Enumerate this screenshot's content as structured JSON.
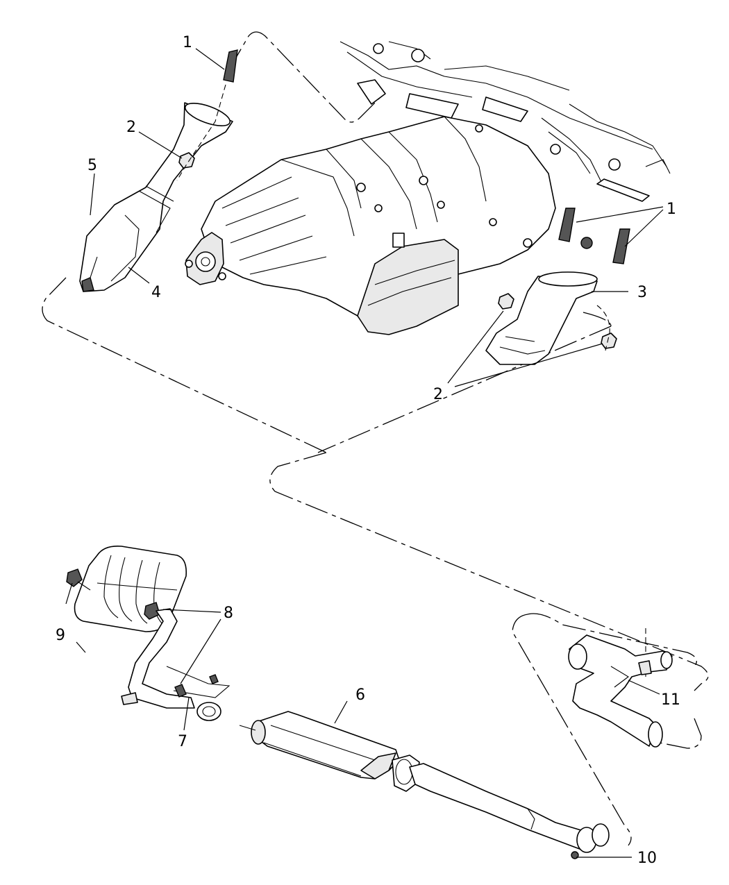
{
  "diagram": {
    "callouts": [
      {
        "id": "c1a",
        "text": "1"
      },
      {
        "id": "c2a",
        "text": "2"
      },
      {
        "id": "c5",
        "text": "5"
      },
      {
        "id": "c4",
        "text": "4"
      },
      {
        "id": "c1b",
        "text": "1"
      },
      {
        "id": "c3",
        "text": "3"
      },
      {
        "id": "c2b",
        "text": "2"
      },
      {
        "id": "c6",
        "text": "6"
      },
      {
        "id": "c7",
        "text": "7"
      },
      {
        "id": "c8",
        "text": "8"
      },
      {
        "id": "c9",
        "text": "9"
      },
      {
        "id": "c10",
        "text": "10"
      },
      {
        "id": "c11",
        "text": "11"
      }
    ]
  }
}
